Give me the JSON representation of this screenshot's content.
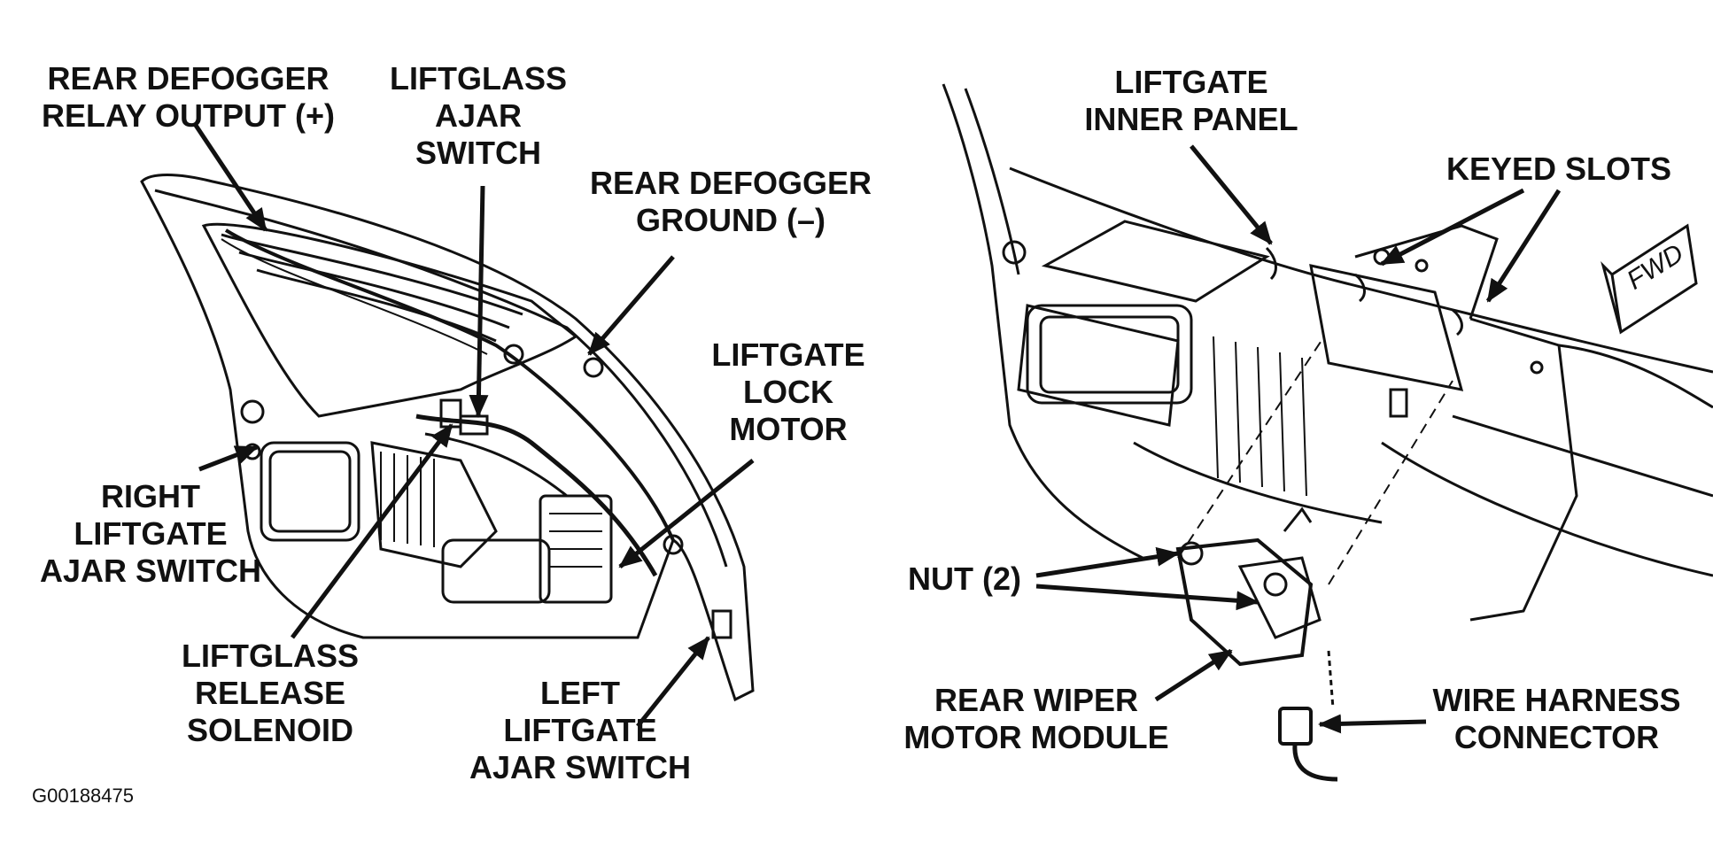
{
  "figure_code": "G00188475",
  "left_view": {
    "labels": {
      "rear_defogger_relay_output": "REAR DEFOGGER\nRELAY OUTPUT (+)",
      "liftglass_ajar_switch": "LIFTGLASS\nAJAR\nSWITCH",
      "rear_defogger_ground": "REAR DEFOGGER\nGROUND (–)",
      "liftgate_lock_motor": "LIFTGATE\nLOCK\nMOTOR",
      "right_liftgate_ajar_switch": "RIGHT\nLIFTGATE\nAJAR SWITCH",
      "liftglass_release_solenoid": "LIFTGLASS\nRELEASE\nSOLENOID",
      "left_liftgate_ajar_switch": "LEFT\nLIFTGATE\nAJAR SWITCH"
    }
  },
  "right_view": {
    "labels": {
      "liftgate_inner_panel": "LIFTGATE\nINNER PANEL",
      "keyed_slots": "KEYED SLOTS",
      "nut": "NUT (2)",
      "rear_wiper_motor_module": "REAR WIPER\nMOTOR MODULE",
      "wire_harness_connector": "WIRE HARNESS\nCONNECTOR"
    },
    "fwd_tag": "FWD"
  }
}
